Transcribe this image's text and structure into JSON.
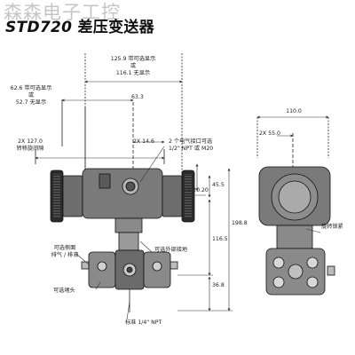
{
  "watermark": "森森电子工控",
  "title": {
    "model": "STD720",
    "name": " 差压变送器"
  },
  "labels": {
    "top_dim_1": "125.9 带可选显示",
    "top_dim_or": "或",
    "top_dim_2": "116.1 无显示",
    "left_dim_1": "62.6 带可选显示",
    "left_dim_or": "或",
    "left_dim_2": "52.7 无显示",
    "dim_63_3": "63.3",
    "dim_127": "2X 127.0",
    "dim_127_note": "转移旋间隙",
    "dim_14_6": "2X 14.6",
    "conduit_1": "2 个电气接口可选",
    "conduit_2": "1/2\" NPT 或 M20",
    "dim_45_5": "45.5",
    "dim_20_20": "2X 20.20",
    "dim_198_8": "198.8",
    "dim_116_5": "116.5",
    "dim_36_8": "36.8",
    "ground": "可选外部接地",
    "side_vent_1": "可选侧面",
    "side_vent_2": "排气 / 排液",
    "plug": "可选堵头",
    "npt": "标准 1/4\" NPT",
    "dim_110": "110.0",
    "dim_55": "2X 55.0",
    "lock": "旋转锁紧"
  }
}
